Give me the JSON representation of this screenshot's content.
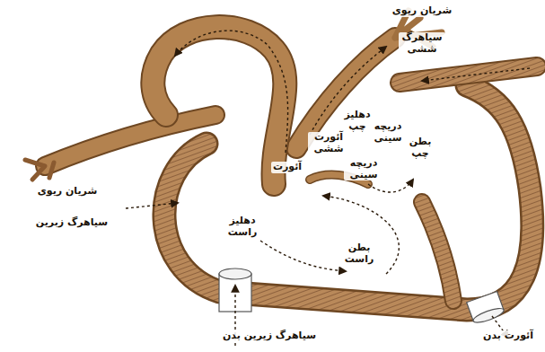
{
  "diagram": {
    "labels": [
      "شریان ریوی",
      "سیاهرگ ششی",
      "دهلیز چپ",
      "آئورت ششی",
      "دریچه سینی",
      "بطن چپ",
      "دریچه سینی",
      "آئورت",
      "شریان ریوی",
      "سیاهرگ زبرین",
      "دهلیز راست",
      "بطن راست",
      "سیاهرگ زیرین بدن",
      "آئورت بدن"
    ]
  }
}
